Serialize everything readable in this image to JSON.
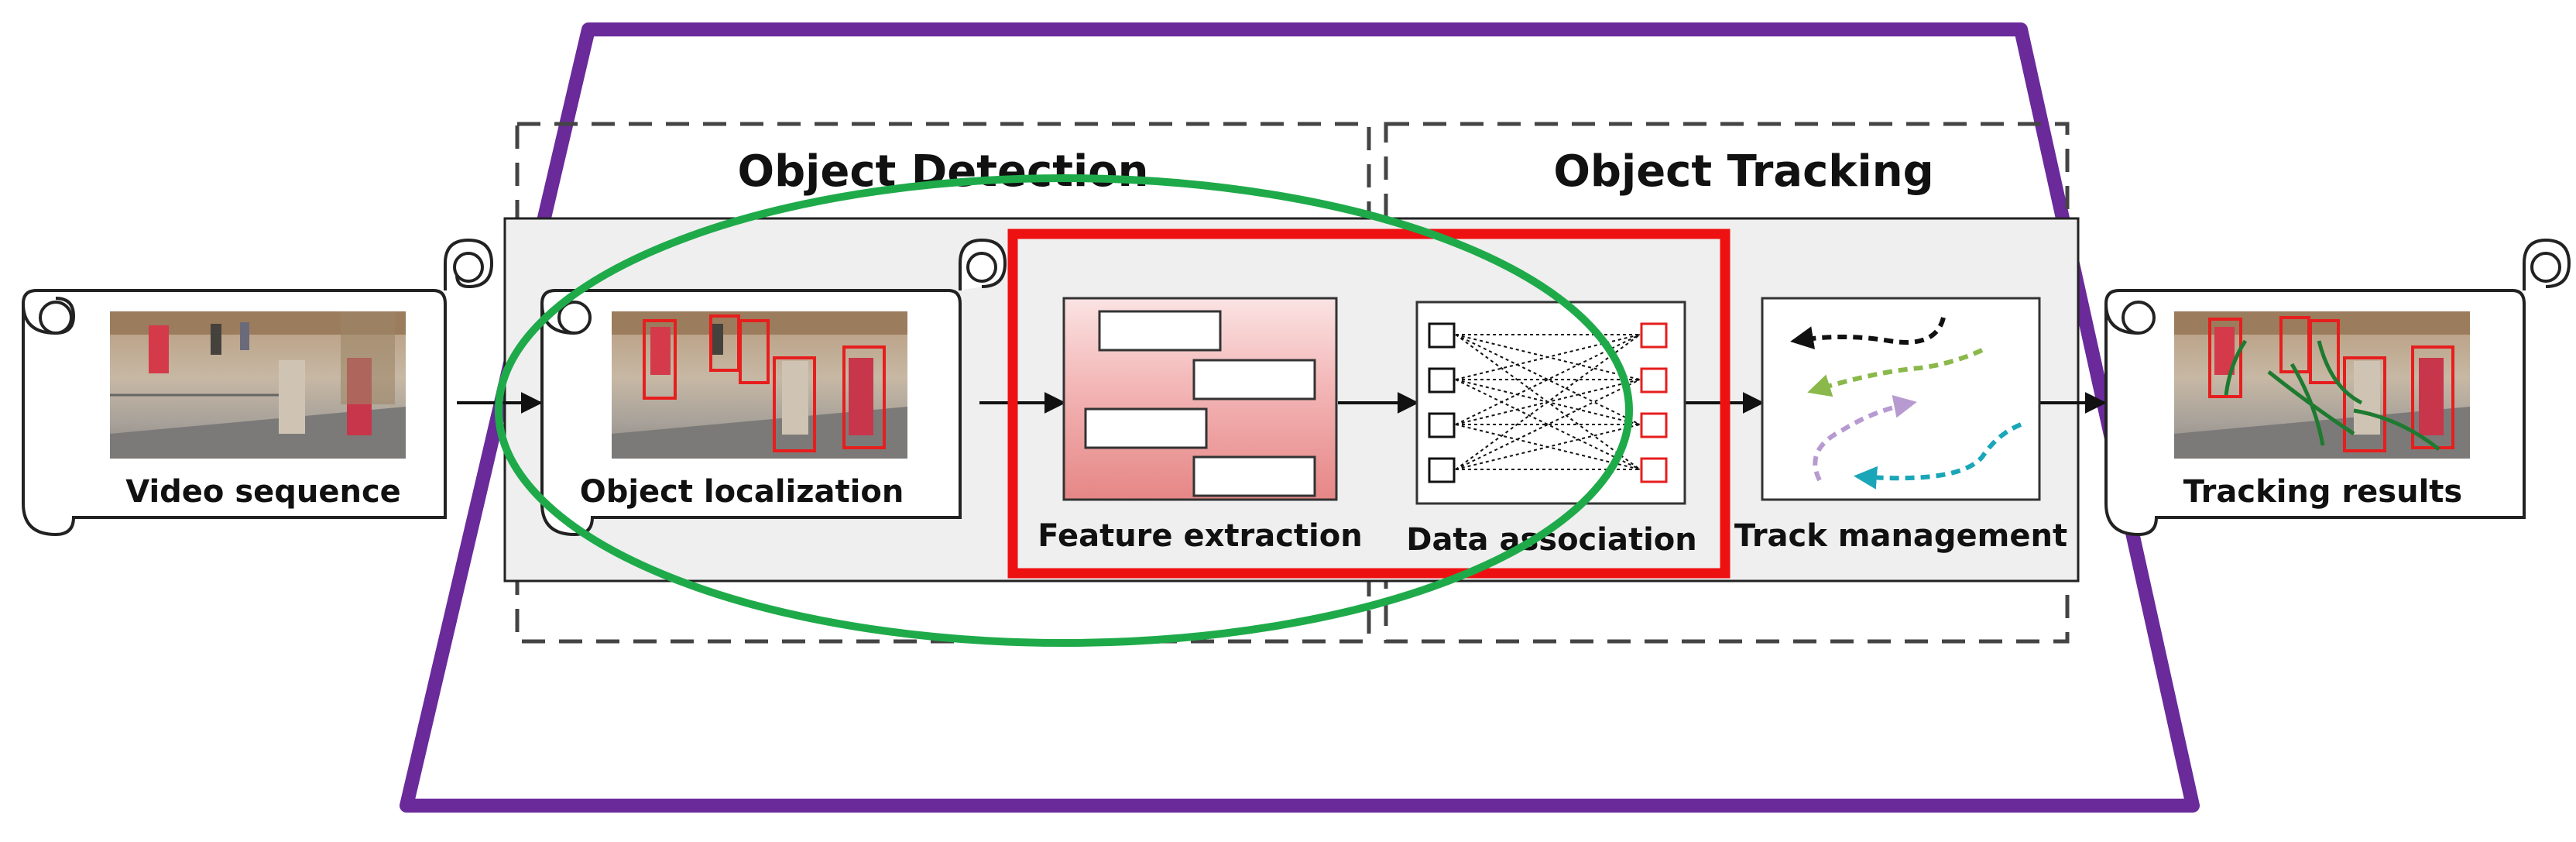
{
  "sections": {
    "detection_title": "Object Detection",
    "tracking_title": "Object Tracking"
  },
  "stages": {
    "video_sequence": "Video sequence",
    "object_localization": "Object localization",
    "feature_extraction": "Feature extraction",
    "data_association": "Data association",
    "track_management": "Track management",
    "tracking_results": "Tracking results"
  },
  "colors": {
    "purple_trapezoid": "#6a2a9a",
    "green_ellipse": "#1faa4a",
    "red_highlight": "#ee1111",
    "detection_box": "#e63c3c",
    "arrow_black": "#111111",
    "arrow_green": "#8ab84a",
    "arrow_purple": "#b79ad0",
    "arrow_teal": "#1aa6b8",
    "panel_bg": "#f0f0f0",
    "feature_gradient_top": "#f7c9c9",
    "feature_gradient_bottom": "#e98a8a"
  },
  "icons": [
    "scroll-icon",
    "camera-frame-icon",
    "bipartite-graph-icon",
    "trajectory-arrows-icon"
  ]
}
